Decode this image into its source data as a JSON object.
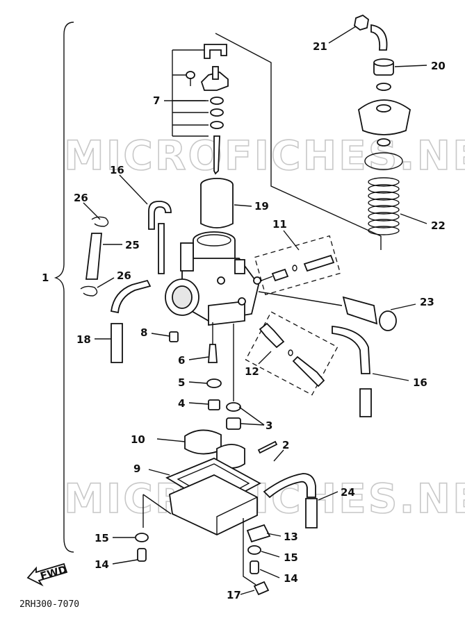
{
  "watermark": {
    "top": "MICROFICHES.NET",
    "bottom": "MICROFICHES.NET"
  },
  "assembly_label": "1",
  "diagram_code": "2RH300-7070",
  "fwd_label": "FWD",
  "parts": {
    "p2": "2",
    "p3": "3",
    "p4": "4",
    "p5": "5",
    "p6": "6",
    "p7": "7",
    "p8": "8",
    "p9": "9",
    "p10": "10",
    "p11": "11",
    "p12": "12",
    "p13": "13",
    "p14a": "14",
    "p14b": "14",
    "p15a": "15",
    "p15b": "15",
    "p16a": "16",
    "p16b": "16",
    "p17": "17",
    "p18": "18",
    "p19": "19",
    "p20": "20",
    "p21": "21",
    "p22": "22",
    "p23": "23",
    "p24": "24",
    "p25": "25",
    "p26a": "26",
    "p26b": "26"
  }
}
